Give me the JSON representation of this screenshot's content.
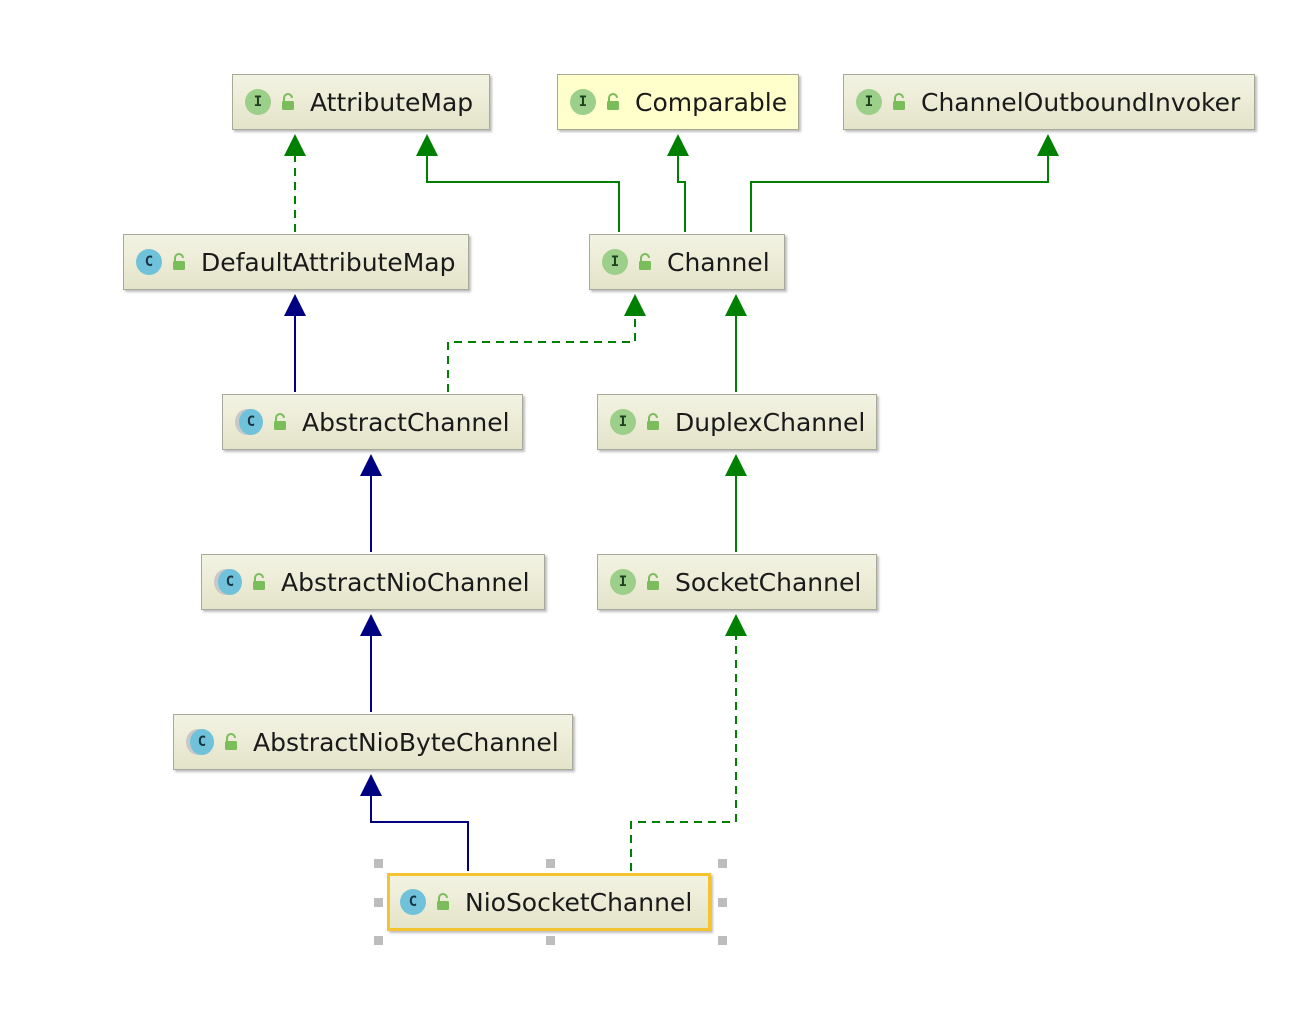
{
  "diagram": {
    "nodes": [
      {
        "id": "AttributeMap",
        "label": "AttributeMap",
        "kind": "interface",
        "badge": "I"
      },
      {
        "id": "Comparable",
        "label": "Comparable",
        "kind": "interface",
        "badge": "I"
      },
      {
        "id": "ChannelOutboundInvoker",
        "label": "ChannelOutboundInvoker",
        "kind": "interface",
        "badge": "I"
      },
      {
        "id": "DefaultAttributeMap",
        "label": "DefaultAttributeMap",
        "kind": "class",
        "badge": "C"
      },
      {
        "id": "Channel",
        "label": "Channel",
        "kind": "interface",
        "badge": "I"
      },
      {
        "id": "AbstractChannel",
        "label": "AbstractChannel",
        "kind": "abstract-class",
        "badge": "C"
      },
      {
        "id": "DuplexChannel",
        "label": "DuplexChannel",
        "kind": "interface",
        "badge": "I"
      },
      {
        "id": "AbstractNioChannel",
        "label": "AbstractNioChannel",
        "kind": "abstract-class",
        "badge": "C"
      },
      {
        "id": "SocketChannel",
        "label": "SocketChannel",
        "kind": "interface",
        "badge": "I"
      },
      {
        "id": "AbstractNioByteChannel",
        "label": "AbstractNioByteChannel",
        "kind": "abstract-class",
        "badge": "C"
      },
      {
        "id": "NioSocketChannel",
        "label": "NioSocketChannel",
        "kind": "class",
        "badge": "C"
      }
    ],
    "edges": [
      {
        "from": "DefaultAttributeMap",
        "to": "AttributeMap",
        "relation": "implements"
      },
      {
        "from": "Channel",
        "to": "AttributeMap",
        "relation": "extends-interface"
      },
      {
        "from": "Channel",
        "to": "Comparable",
        "relation": "extends-interface"
      },
      {
        "from": "Channel",
        "to": "ChannelOutboundInvoker",
        "relation": "extends-interface"
      },
      {
        "from": "AbstractChannel",
        "to": "DefaultAttributeMap",
        "relation": "extends-class"
      },
      {
        "from": "AbstractChannel",
        "to": "Channel",
        "relation": "implements"
      },
      {
        "from": "DuplexChannel",
        "to": "Channel",
        "relation": "extends-interface"
      },
      {
        "from": "AbstractNioChannel",
        "to": "AbstractChannel",
        "relation": "extends-class"
      },
      {
        "from": "SocketChannel",
        "to": "DuplexChannel",
        "relation": "extends-interface"
      },
      {
        "from": "AbstractNioByteChannel",
        "to": "AbstractNioChannel",
        "relation": "extends-class"
      },
      {
        "from": "NioSocketChannel",
        "to": "AbstractNioByteChannel",
        "relation": "extends-class"
      },
      {
        "from": "NioSocketChannel",
        "to": "SocketChannel",
        "relation": "implements"
      }
    ],
    "highlighted_node": "Comparable",
    "selected_node": "NioSocketChannel",
    "colors": {
      "class_extends": "#000080",
      "interface_edge": "#008000",
      "node_fill": "#eaeada",
      "highlight_fill": "#ffffcc",
      "selection_border": "#f4c430",
      "interface_badge": "#9ccf89",
      "class_badge": "#6fc2d9"
    }
  }
}
